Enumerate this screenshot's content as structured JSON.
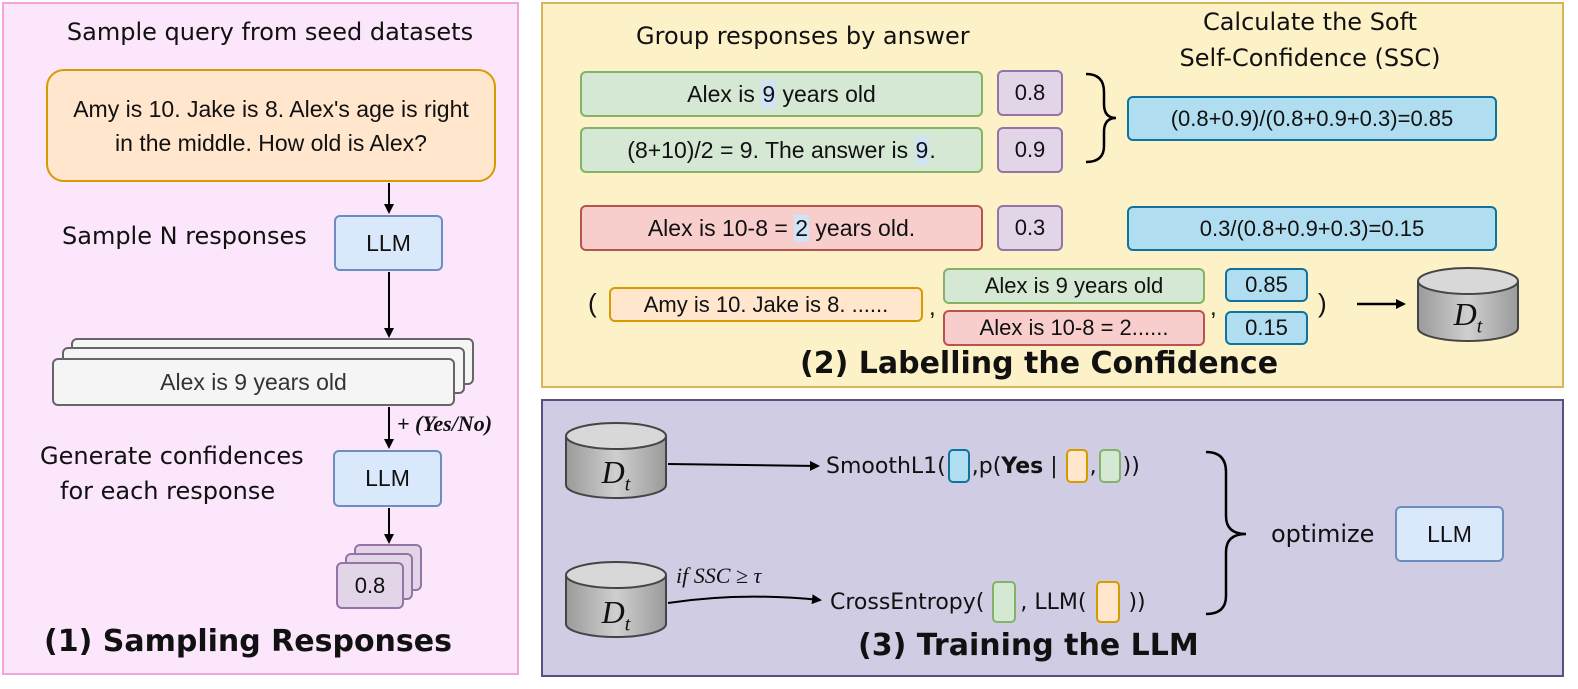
{
  "panel1": {
    "caption_sample_query": "Sample query from seed datasets",
    "query_text": "Amy is 10. Jake is 8. Alex's age is right in the middle. How old is Alex?",
    "caption_sample_n": "Sample N responses",
    "llm_label_1": "LLM",
    "response_text": "Alex is 9 years old",
    "yes_no_label": "+ (Yes/No)",
    "caption_generate_line1": "Generate confidences",
    "caption_generate_line2": "for each response",
    "llm_label_2": "LLM",
    "confidence_value": "0.8",
    "title": "(1) Sampling Responses"
  },
  "panel2": {
    "caption_group": "Group responses by answer",
    "caption_ssc_line1": "Calculate the Soft",
    "caption_ssc_line2": "Self-Confidence (SSC)",
    "responses": [
      {
        "pre": "Alex is ",
        "hl": "9",
        "post": " years old",
        "conf": "0.8"
      },
      {
        "pre": "(8+10)/2 = 9. The answer is ",
        "hl": "9",
        "post": ".",
        "conf": "0.9"
      },
      {
        "pre": "Alex is 10-8 = ",
        "hl": "2",
        "post": " years old.",
        "conf": "0.3"
      }
    ],
    "ssc_formula_1": "(0.8+0.9)/(0.8+0.9+0.3)=0.85",
    "ssc_formula_2": "0.3/(0.8+0.9+0.3)=0.15",
    "tuple_open": "(",
    "tuple_query": "Amy is 10. Jake is 8. ......",
    "tuple_comma_1": ",",
    "tuple_resp_1": "Alex is 9 years old",
    "tuple_resp_2": "Alex is 10-8 = 2......",
    "tuple_comma_2": ",",
    "tuple_ssc_1": "0.85",
    "tuple_ssc_2": "0.15",
    "tuple_close": ")",
    "dataset_label": "D",
    "dataset_sub": "t",
    "title": "(2) Labelling the Confidence"
  },
  "panel3": {
    "dataset_label": "D",
    "dataset_sub": "t",
    "smoothl1_prefix": "SmoothL1(",
    "smoothl1_mid": ",p(",
    "smoothl1_yes": "Yes",
    "smoothl1_bar": " |",
    "smoothl1_comma": ",",
    "smoothl1_close": "))",
    "condition": "if SSC ≥ τ",
    "ce_prefix": "CrossEntropy(",
    "ce_mid": ", LLM(",
    "ce_close": "))",
    "optimize_label": "optimize",
    "llm_label": "LLM",
    "title": "(3) Training the LLM"
  },
  "colors": {
    "panel1_bg": "#fbe6fb",
    "panel1_border": "#f0a6d8",
    "panel2_bg": "#fdf1c8",
    "panel2_border": "#d6b656",
    "panel3_bg": "#d0cce4",
    "panel3_border": "#56517e"
  }
}
